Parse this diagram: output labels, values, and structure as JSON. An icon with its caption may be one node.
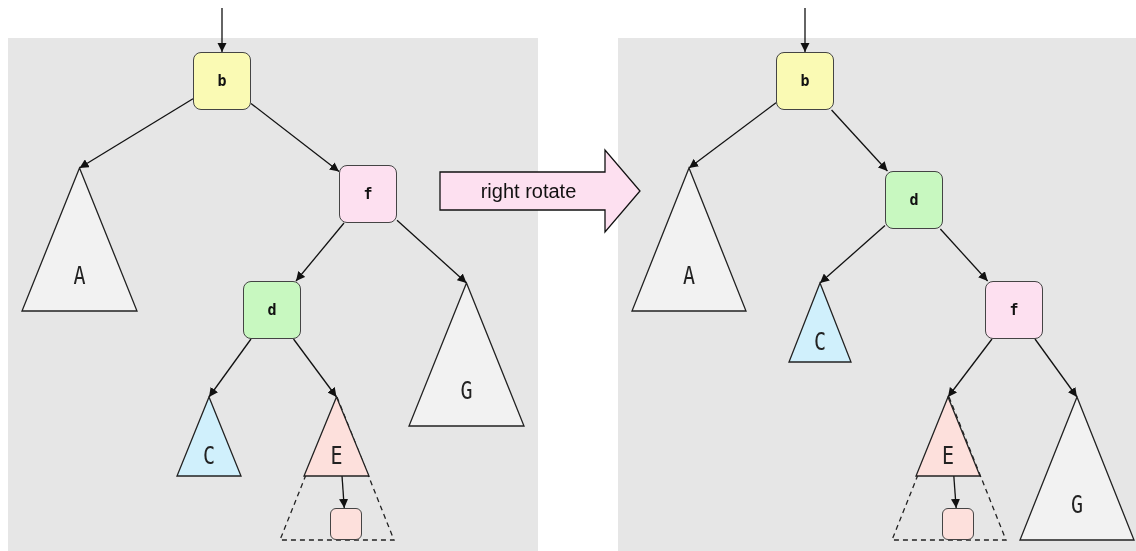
{
  "diagram": {
    "nodes": [
      {
        "text": [],
        "shape": "box"
      },
      {
        "text": [
          "b"
        ],
        "in": 0
      },
      {
        "text": [
          "A"
        ],
        "in": 0
      },
      {
        "text": [
          "f"
        ],
        "in": 0
      },
      {
        "text": [
          "d"
        ],
        "in": 0
      },
      {
        "text": [
          "G"
        ],
        "in": 0
      },
      {
        "text": [
          "C"
        ],
        "in": 0
      },
      {
        "text": [],
        "shape": "triangle",
        "in": 0
      },
      {
        "text": [
          "E"
        ],
        "in": 7
      },
      {
        "text": [],
        "shape": "box",
        "in": 7
      },
      {
        "text": [],
        "shape": "box"
      },
      {
        "text": [
          "b"
        ],
        "in": 10
      },
      {
        "text": [
          "A"
        ],
        "in": 10
      },
      {
        "text": [
          "d"
        ],
        "in": 10
      },
      {
        "text": [
          "C"
        ],
        "in": 10
      },
      {
        "text": [
          "f"
        ],
        "in": 10
      },
      {
        "text": [],
        "shape": "triangle",
        "in": 10
      },
      {
        "text": [
          "E"
        ],
        "in": 16
      },
      {
        "text": [],
        "shape": "box",
        "in": 16
      },
      {
        "text": [
          "G"
        ],
        "in": 10
      }
    ],
    "edges": [
      {
        "from": null,
        "to": 1,
        "arrow": "to"
      },
      {
        "from": 1,
        "to": 2,
        "arrow": "to"
      },
      {
        "from": 1,
        "to": 3,
        "arrow": "to"
      },
      {
        "from": 3,
        "to": 4,
        "arrow": "to"
      },
      {
        "from": 3,
        "to": 5,
        "arrow": "to"
      },
      {
        "from": 4,
        "to": 6,
        "arrow": "to"
      },
      {
        "from": 4,
        "to": 8,
        "arrow": "to"
      },
      {
        "from": 8,
        "to": 9,
        "arrow": "to"
      },
      {
        "from": 0,
        "to": 10,
        "arrow": "to",
        "label": "right rotate"
      },
      {
        "from": null,
        "to": 11,
        "arrow": "to"
      },
      {
        "from": 11,
        "to": 12,
        "arrow": "to"
      },
      {
        "from": 11,
        "to": 13,
        "arrow": "to"
      },
      {
        "from": 13,
        "to": 14,
        "arrow": "to"
      },
      {
        "from": 13,
        "to": 15,
        "arrow": "to"
      },
      {
        "from": 15,
        "to": 17,
        "arrow": "to"
      },
      {
        "from": 15,
        "to": 19,
        "arrow": "to"
      },
      {
        "from": 17,
        "to": 18,
        "arrow": "to"
      }
    ]
  }
}
